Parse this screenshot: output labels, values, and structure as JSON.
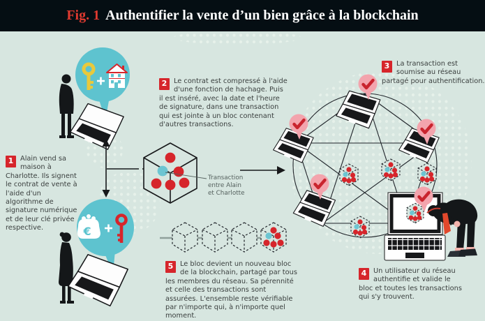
{
  "header": {
    "fig_label": "Fig. 1",
    "title": "Authentifier la vente d’un bien grâce à la blockchain"
  },
  "steps": [
    {
      "num": "1",
      "text": "Alain vend sa maison à Charlotte. Ils signent le contrat de vente à l'aide d'un algorithme de signature numérique et de leur clé privée respective."
    },
    {
      "num": "2",
      "text": "Le contrat est compressé à l'aide d'une fonction de hachage. Puis il est inséré, avec la date et l'heure de signature, dans une transaction qui est jointe à un bloc contenant d'autres transactions."
    },
    {
      "num": "3",
      "text": "La transaction est soumise au réseau partagé pour authentification."
    },
    {
      "num": "4",
      "text": "Un utilisateur du réseau authentifie et valide le bloc et toutes les transactions qui s'y trouvent."
    },
    {
      "num": "5",
      "text": "Le bloc devient un nouveau bloc de la blockchain, partagé par tous les membres du réseau. Sa pérennité et celle des transactions sont assurées. L'ensemble reste vérifiable par n'importe qui, à n'importe quel moment."
    }
  ],
  "labels": {
    "transaction_cube": "Transaction entre Alain et Charlotte",
    "euro_symbol": "€"
  },
  "icons": [
    "key-icon",
    "house-icon",
    "plus-icon",
    "purse-icon",
    "euro-symbol",
    "private-key-icon",
    "laptop-icon",
    "check-pin-icon",
    "block-cube-icon",
    "blockchain-chain-icon",
    "network-ring",
    "person-silhouette",
    "bowing-person"
  ],
  "colors": {
    "background": "#d7e6e0",
    "header_bg": "#050e13",
    "accent_red": "#d6252b",
    "check_red": "#c9242e",
    "teal": "#5ec3cf",
    "pink": "#f3a4ad",
    "yellow": "#e9c93c",
    "text": "#3a3f3e",
    "white": "#ffffff"
  }
}
